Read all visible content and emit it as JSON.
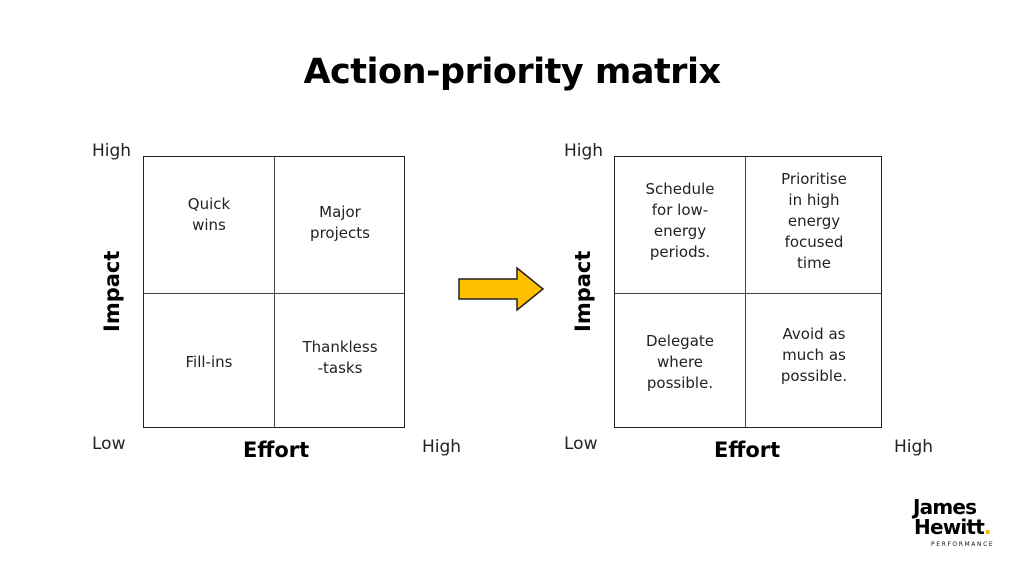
{
  "title": "Action-priority matrix",
  "colors": {
    "arrow_fill": "#FFC000",
    "arrow_stroke": "#222222",
    "logo_accent": "#F5B800"
  },
  "left_matrix": {
    "quadrants": {
      "top_left": "Quick\nwins",
      "top_right": "Major\nprojects",
      "bottom_left": "Fill-ins",
      "bottom_right": "Thankless\n-tasks"
    },
    "y_axis_title": "Impact",
    "x_axis_title": "Effort",
    "y_high": "High",
    "y_low": "Low",
    "x_high": "High"
  },
  "arrow": {
    "icon": "right-arrow-icon",
    "direction": "right"
  },
  "right_matrix": {
    "quadrants": {
      "top_left": "Schedule\nfor low-\nenergy\nperiods.",
      "top_right": "Prioritise\nin high\nenergy\nfocused\ntime",
      "bottom_left": "Delegate\nwhere\npossible.",
      "bottom_right": "Avoid as\nmuch as\npossible."
    },
    "y_axis_title": "Impact",
    "x_axis_title": "Effort",
    "y_high": "High",
    "y_low": "Low",
    "x_high": "High"
  },
  "logo": {
    "line1": "James",
    "line2": "Hewitt",
    "dot": ".",
    "subtitle": "PERFORMANCE"
  }
}
